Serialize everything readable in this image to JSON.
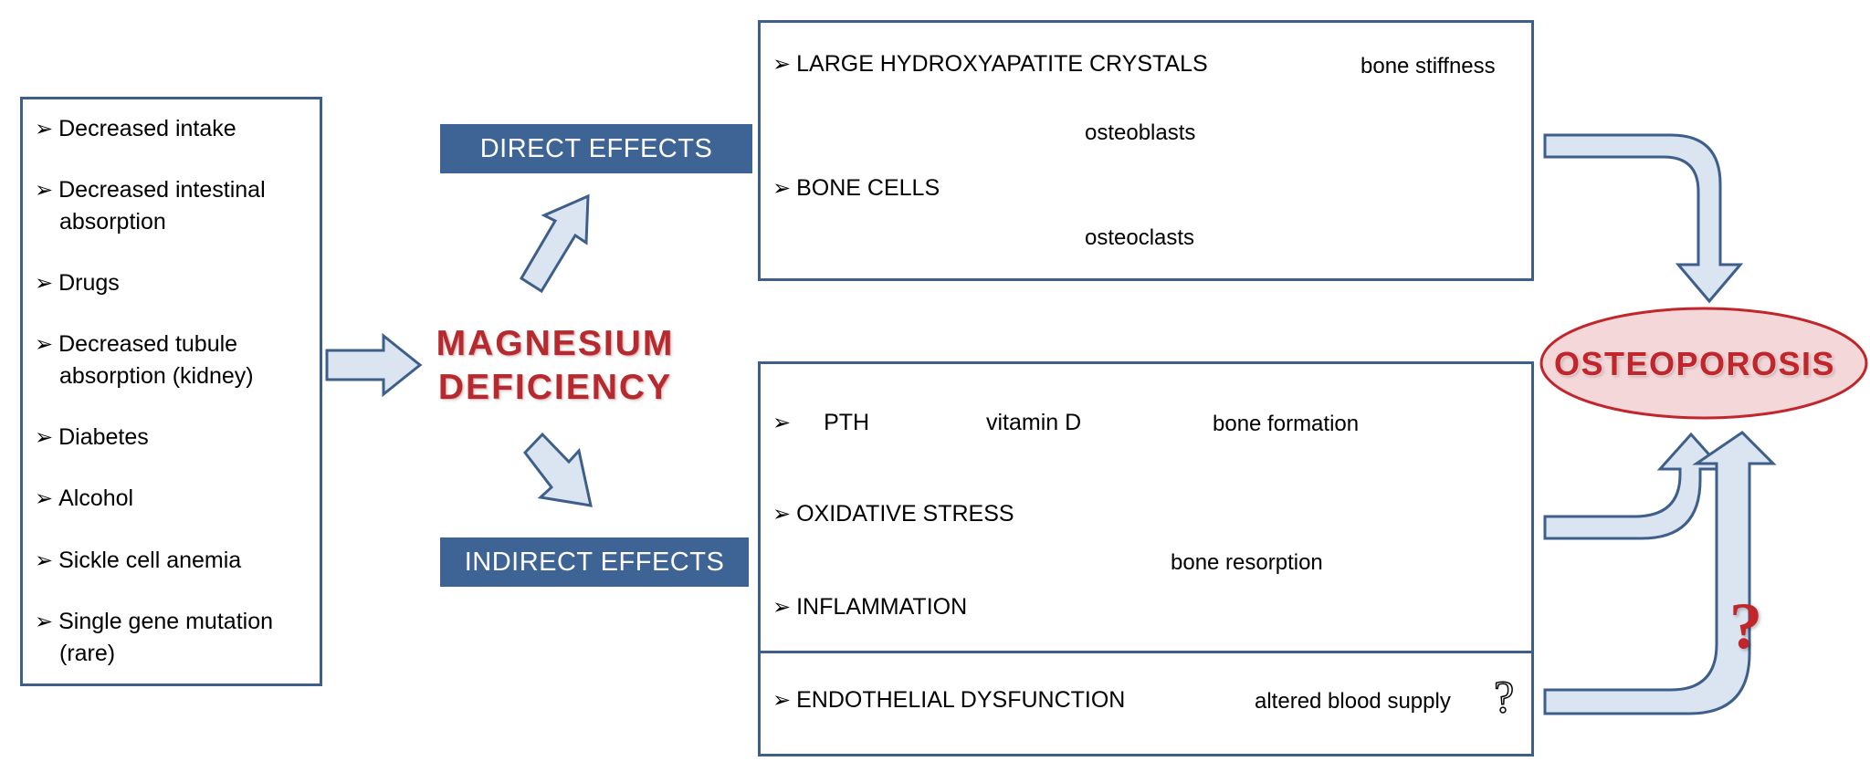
{
  "causes": {
    "items": [
      {
        "line1": "Decreased intake",
        "line2": ""
      },
      {
        "line1": "Decreased intestinal",
        "line2": "absorption"
      },
      {
        "line1": "Drugs",
        "line2": ""
      },
      {
        "line1": "Decreased tubule",
        "line2": "absorption (kidney)"
      },
      {
        "line1": "Diabetes",
        "line2": ""
      },
      {
        "line1": "Alcohol",
        "line2": ""
      },
      {
        "line1": "Sickle cell anemia",
        "line2": ""
      },
      {
        "line1": "Single gene mutation",
        "line2": "(rare)"
      }
    ]
  },
  "center": {
    "line1": "MAGNESIUM",
    "line2": "DEFICIENCY"
  },
  "banners": {
    "direct": "DIRECT EFFECTS",
    "indirect": "INDIRECT EFFECTS"
  },
  "direct": {
    "hydroxyapatite": "LARGE HYDROXYAPATITE CRYSTALS",
    "stiffness": "bone stiffness",
    "bone_cells": "BONE CELLS",
    "osteoblasts": "osteoblasts",
    "osteoclasts": "osteoclasts"
  },
  "indirect": {
    "pth": "PTH",
    "vitamin_d": "vitamin D",
    "bone_formation": "bone formation",
    "oxidative": "OXIDATIVE STRESS",
    "inflammation": "INFLAMMATION",
    "resorption": "bone resorption",
    "endothelial": "ENDOTHELIAL DYSFUNCTION",
    "blood_supply": "altered blood supply",
    "question_mark": "?"
  },
  "outcome": {
    "label": "OSTEOPOROSIS",
    "question_mark": "?"
  },
  "colors": {
    "box_border": "#3e5f8a",
    "banner": "#3e6496",
    "arrow_fill": "#dbe5f1",
    "arrow_stroke": "#3e5f8a",
    "red_text": "#b52a2f",
    "ellipse_fill": "#f4d7d8",
    "ellipse_stroke": "#c0262b"
  },
  "icons": [
    "bullet-arrow-icon",
    "block-arrow-icon",
    "down-arrow-icon",
    "up-arrow-icon",
    "double-arrow-icon",
    "question-mark-icon"
  ]
}
